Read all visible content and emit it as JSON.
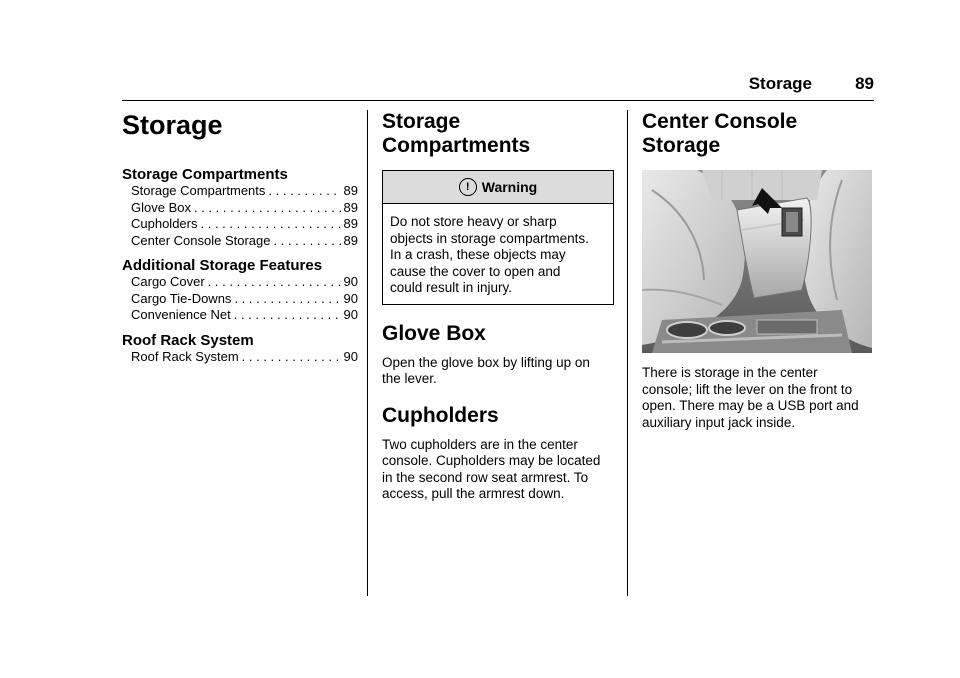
{
  "header": {
    "section": "Storage",
    "page_number": "89"
  },
  "col1": {
    "title": "Storage",
    "groups": [
      {
        "heading": "Storage Compartments",
        "items": [
          {
            "label": "Storage Compartments",
            "page": "89"
          },
          {
            "label": "Glove Box",
            "page": "89"
          },
          {
            "label": "Cupholders",
            "page": "89"
          },
          {
            "label": "Center Console Storage",
            "page": "89"
          }
        ]
      },
      {
        "heading": "Additional Storage Features",
        "items": [
          {
            "label": "Cargo Cover",
            "page": "90"
          },
          {
            "label": "Cargo Tie-Downs",
            "page": "90"
          },
          {
            "label": "Convenience Net",
            "page": "90"
          }
        ]
      },
      {
        "heading": "Roof Rack System",
        "items": [
          {
            "label": "Roof Rack System",
            "page": "90"
          }
        ]
      }
    ]
  },
  "col2": {
    "title_line1": "Storage",
    "title_line2": "Compartments",
    "warning_title": "Warning",
    "warning_lines": [
      "Do not store heavy or sharp",
      "objects in storage compartments.",
      "In a crash, these objects may",
      "cause the cover to open and",
      "could result in injury."
    ],
    "glove_title": "Glove Box",
    "glove_lines": [
      "Open the glove box by lifting up on",
      "the lever."
    ],
    "cup_title": "Cupholders",
    "cup_lines": [
      "Two cupholders are in the center",
      "console. Cupholders may be located",
      "in the second row seat armrest. To",
      "access, pull the armrest down."
    ]
  },
  "col3": {
    "title": "Center Console Storage",
    "body_lines": [
      "There is storage in the center",
      "console; lift the lever on the front to",
      "open. There may be a USB port and",
      "auxiliary input jack inside."
    ]
  }
}
